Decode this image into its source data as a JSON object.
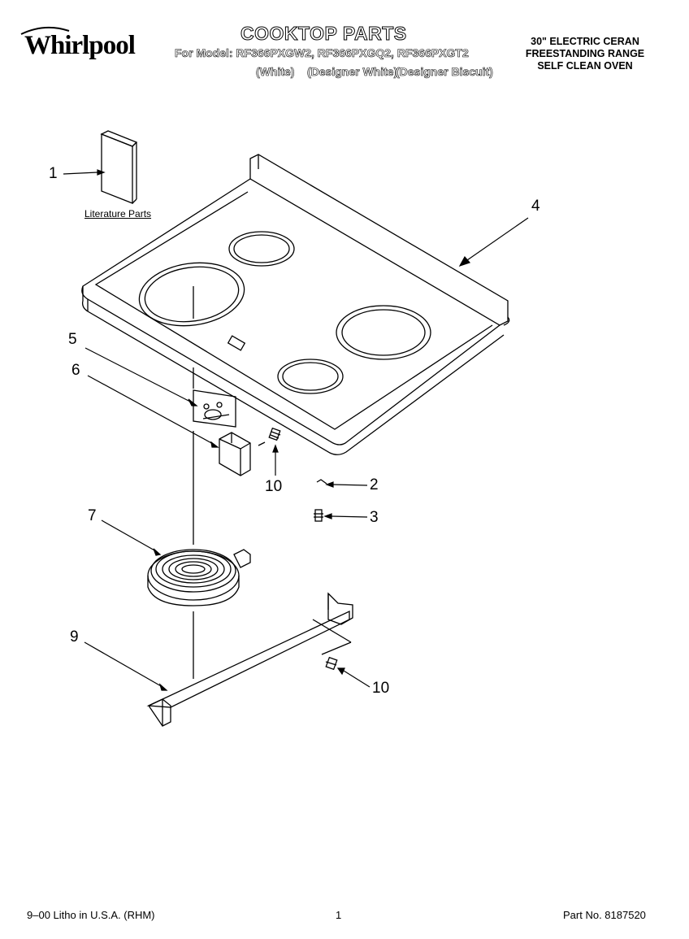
{
  "header": {
    "brand": "Whirlpool",
    "title": "COOKTOP PARTS",
    "models_line": "For Model: RF366PXGW2, RF366PXGQ2, RF366PXGT2",
    "color_white": "(White)",
    "color_designer_white": "(Designer White)",
    "color_designer_biscuit": "(Designer Biscuit)",
    "description": [
      "30\" ELECTRIC CERAN",
      "FREESTANDING RANGE",
      "SELF CLEAN OVEN"
    ]
  },
  "diagram": {
    "literature_label": "Literature Parts",
    "callouts": [
      "1",
      "2",
      "3",
      "4",
      "5",
      "6",
      "7",
      "9",
      "10",
      "10"
    ]
  },
  "footer": {
    "litho": "9–00 Litho in U.S.A. (RHM)",
    "page": "1",
    "part_no": "Part No. 8187520"
  }
}
